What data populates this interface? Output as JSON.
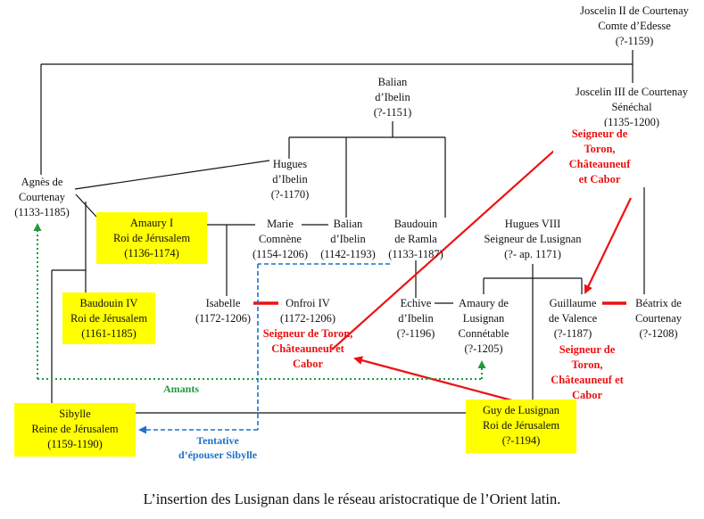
{
  "nodes": {
    "joscelin2": {
      "lines": [
        "Joscelin II de Courtenay",
        "Comte d’Edesse",
        "(?-1159)"
      ]
    },
    "balian_ibelin": {
      "lines": [
        "Balian",
        "d’Ibelin",
        "(?-1151)"
      ]
    },
    "joscelin3": {
      "lines": [
        "Joscelin III  de Courtenay",
        "Sénéchal",
        "(1135-1200)"
      ]
    },
    "hugues_ibelin": {
      "lines": [
        "Hugues",
        "d’Ibelin",
        "(?-1170)"
      ]
    },
    "agnes": {
      "lines": [
        "Agnès de",
        "Courtenay",
        "(1133-1185)"
      ]
    },
    "amaury1": {
      "lines": [
        "Amaury  I",
        "Roi de Jérusalem",
        "(1136-1174)"
      ]
    },
    "marie": {
      "lines": [
        "Marie",
        "Comnène",
        "(1154-1206)"
      ]
    },
    "balian2": {
      "lines": [
        "Balian",
        "d’Ibelin",
        "(1142-1193)"
      ]
    },
    "baudouin_ramla": {
      "lines": [
        "Baudouin",
        "de Ramla",
        "(1133-1187)"
      ]
    },
    "hugues8": {
      "lines": [
        "Hugues VIII",
        "Seigneur de Lusignan",
        "(?- ap. 1171)"
      ]
    },
    "baudouin4": {
      "lines": [
        "Baudouin IV",
        "Roi de Jérusalem",
        "(1161-1185)"
      ]
    },
    "isabelle": {
      "lines": [
        "Isabelle",
        "(1172-1206)"
      ]
    },
    "onfroi": {
      "lines": [
        "Onfroi IV",
        "(1172-1206)"
      ]
    },
    "echive": {
      "lines": [
        "Echive",
        "d’Ibelin",
        "(?-1196)"
      ]
    },
    "amaury_lusignan": {
      "lines": [
        "Amaury  de",
        "Lusignan",
        "Connétable",
        "(?-1205)"
      ]
    },
    "guillaume": {
      "lines": [
        "Guillaume",
        "de Valence",
        "(?-1187)"
      ]
    },
    "beatrix": {
      "lines": [
        "Béatrix de",
        "Courtenay",
        "(?-1208)"
      ]
    },
    "sibylle": {
      "lines": [
        "Sibylle",
        "Reine de Jérusalem",
        "(1159-1190)"
      ]
    },
    "guy": {
      "lines": [
        "Guy de Lusignan",
        "Roi de Jérusalem",
        "(?-1194)"
      ]
    }
  },
  "annotations": {
    "toron_top": [
      "Seigneur de",
      "Toron,",
      "Châteauneuf",
      "et Cabor"
    ],
    "toron_left": [
      "Seigneur de Toron,",
      "Châteauneuf   et",
      "Cabor"
    ],
    "toron_right": [
      "Seigneur de",
      "Toron,",
      "Châteauneuf  et",
      "Cabor"
    ],
    "amants": "Amants",
    "tentative": [
      "Tentative",
      "d’épouser Sibylle"
    ]
  },
  "caption": "L’insertion des Lusignan dans le réseau aristocratique de l’Orient latin.",
  "colors": {
    "highlight": "#ffff00",
    "red_arrow": "#ee1111",
    "green_dotted": "#1f9a3e",
    "blue_dashed": "#1a73c9",
    "lines": "#111111"
  }
}
